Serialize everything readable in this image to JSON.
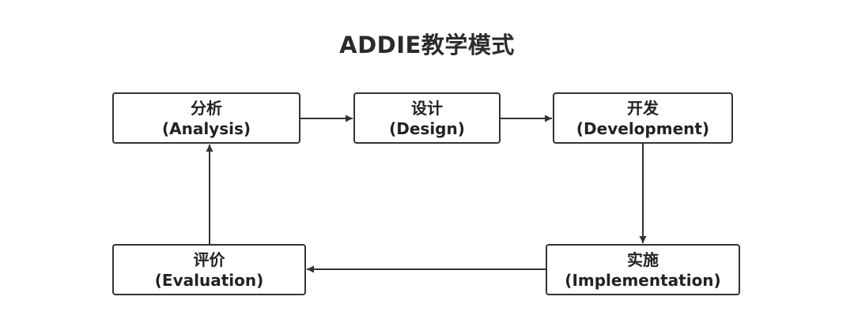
{
  "diagram": {
    "title": "ADDIE教学模式",
    "nodes": {
      "analysis": {
        "zh": "分析",
        "en": "(Analysis)"
      },
      "design": {
        "zh": "设计",
        "en": "(Design)"
      },
      "development": {
        "zh": "开发",
        "en": "(Development)"
      },
      "implementation": {
        "zh": "实施",
        "en": "(Implementation)"
      },
      "evaluation": {
        "zh": "评价",
        "en": "(Evaluation)"
      }
    },
    "edges": [
      {
        "from": "analysis",
        "to": "design"
      },
      {
        "from": "design",
        "to": "development"
      },
      {
        "from": "development",
        "to": "implementation"
      },
      {
        "from": "implementation",
        "to": "evaluation"
      },
      {
        "from": "evaluation",
        "to": "analysis"
      }
    ],
    "colors": {
      "stroke": "#333333",
      "text": "#222222",
      "background": "#ffffff"
    }
  }
}
